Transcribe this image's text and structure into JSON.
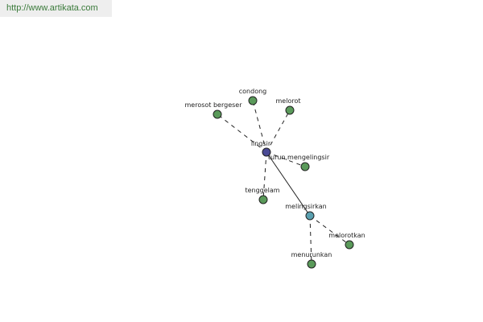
{
  "header": {
    "url": "http://www.artikata.com"
  },
  "graph": {
    "colors": {
      "root": "#4a4a95",
      "child": "#5a9a5a",
      "secondary": "#5aa0b0",
      "edge": "#222222",
      "node_stroke": "#222222"
    },
    "nodes": [
      {
        "id": "lingsir",
        "label": "lingsir",
        "kind": "root"
      },
      {
        "id": "merosot_bergeser",
        "label": "merosot bergeser",
        "kind": "child"
      },
      {
        "id": "condong",
        "label": "condong",
        "kind": "child"
      },
      {
        "id": "melorot",
        "label": "melorot",
        "kind": "child"
      },
      {
        "id": "turun_mengelingsir",
        "label": "turun,mengelingsir",
        "kind": "child"
      },
      {
        "id": "tenggelam",
        "label": "tenggelam",
        "kind": "child"
      },
      {
        "id": "melingsirkan",
        "label": "melingsirkan",
        "kind": "secondary"
      },
      {
        "id": "melorotkan",
        "label": "melorotkan",
        "kind": "child"
      },
      {
        "id": "menurunkan",
        "label": "menurunkan",
        "kind": "child"
      }
    ],
    "edges": [
      {
        "from": "lingsir",
        "to": "merosot_bergeser",
        "style": "dashed"
      },
      {
        "from": "lingsir",
        "to": "condong",
        "style": "dashed"
      },
      {
        "from": "lingsir",
        "to": "melorot",
        "style": "dashed"
      },
      {
        "from": "lingsir",
        "to": "turun_mengelingsir",
        "style": "dashed"
      },
      {
        "from": "lingsir",
        "to": "tenggelam",
        "style": "dashed"
      },
      {
        "from": "lingsir",
        "to": "melingsirkan",
        "style": "solid"
      },
      {
        "from": "melingsirkan",
        "to": "melorotkan",
        "style": "dashed"
      },
      {
        "from": "melingsirkan",
        "to": "menurunkan",
        "style": "dashed"
      }
    ]
  }
}
